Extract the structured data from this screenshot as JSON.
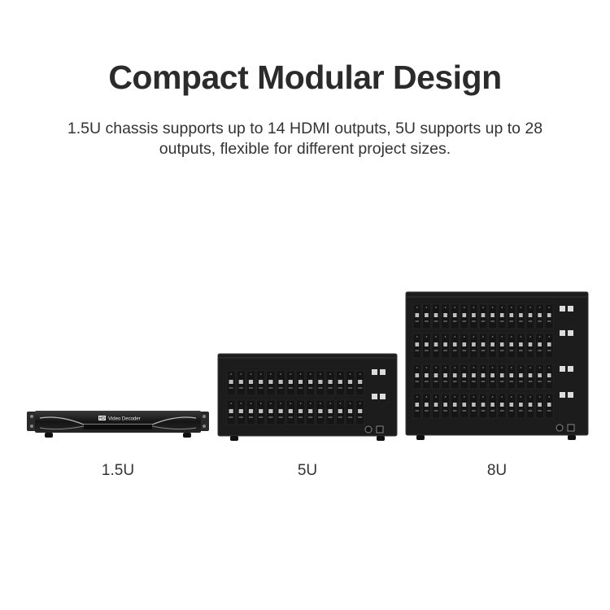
{
  "heading": {
    "title": "Compact Modular Design",
    "subtitle_line1": "1.5U chassis supports up to 14 HDMI outputs, 5U supports up to 28",
    "subtitle_line2": "outputs, flexible for different project sizes."
  },
  "devices": [
    {
      "label": "1.5U",
      "badge": "HD",
      "front_text": "Video Decoder"
    },
    {
      "label": "5U"
    },
    {
      "label": "8U"
    }
  ]
}
